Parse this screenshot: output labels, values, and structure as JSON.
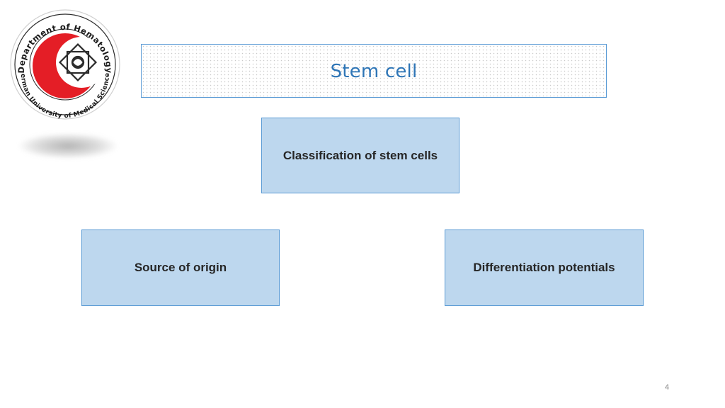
{
  "logo": {
    "ring_text_top": "Department of Hematology",
    "ring_text_bottom": "Kerman University of Medical Sciences",
    "colors": {
      "accent": "#e41e26",
      "ring": "#1a1a1a"
    }
  },
  "title": "Stem cell",
  "diagram": {
    "root": "Classification of stem cells",
    "children": [
      "Source of origin",
      "Differentiation potentials"
    ]
  },
  "page_number": "4",
  "colors": {
    "node_fill": "#bdd7ee",
    "node_border": "#5b9bd5",
    "title_text": "#2e75b6"
  }
}
